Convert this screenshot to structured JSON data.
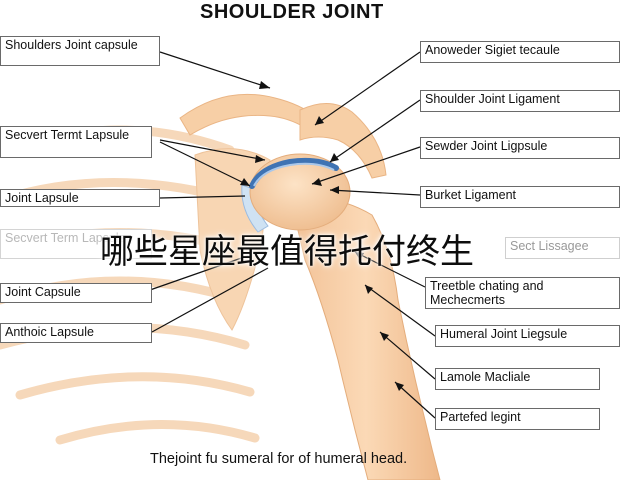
{
  "title": "SHOULDER JOINT",
  "overlay_text": "哪些星座最值得托付终生",
  "caption": "Thejoint fu sumeral for of humeral head.",
  "labels_left": [
    "Shoulders Joint capsule",
    "Secvert Termt Lapsule",
    "Joint Lapsule",
    "Secvert Term Lapsule",
    "Joint Capsule",
    "Anthoic Lapsule"
  ],
  "labels_right": [
    "Anoweder Sigiet tecaule",
    "Shoulder Joint Ligament",
    "Sewder Joint Ligpsule",
    "Burket Ligament",
    "Sect Lissagee",
    "Treetble chating and Mechecmerts",
    "Humeral Joint Liegsule",
    "Lamole Macliale",
    "Partefed legint"
  ],
  "colors": {
    "skin": "#f7cfa6",
    "skin_dark": "#eab585",
    "cartilage": "#cfe2f3",
    "capsule": "#3f73b3",
    "leader": "#111111"
  }
}
